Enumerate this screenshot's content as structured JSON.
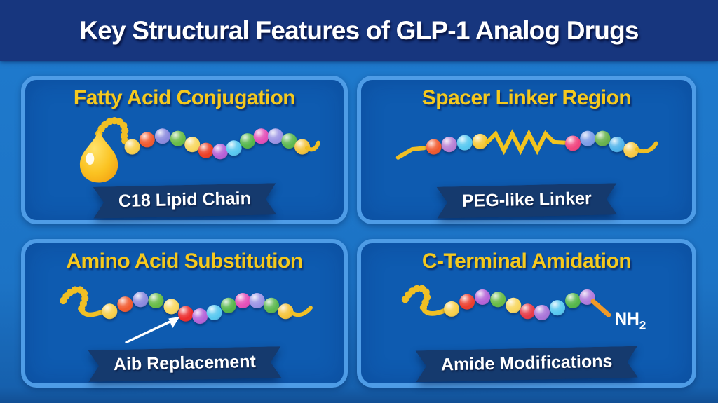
{
  "header": {
    "title": "Key Structural Features of GLP-1 Analog Drugs"
  },
  "colors": {
    "page_bg": "#1c73c5",
    "header_bg": "#17367e",
    "panel_bg": "#0e5bb0",
    "panel_border": "#4e9ce6",
    "title_yellow": "#f5c91d",
    "ribbon_bg": "#153a6e",
    "ribbon_text": "#ffffff",
    "chain_yellow": "#f0bf24",
    "droplet_gold": "#f9b516",
    "nh2_stick_orange": "#f09a28",
    "arrow_white": "#ffffff"
  },
  "panels": [
    {
      "id": "fatty-acid-conjugation",
      "title": "Fatty Acid Conjugation",
      "ribbon": "C18 Lipid Chain",
      "graphic": "lipid-droplet-bead-chain",
      "bead_colors": [
        "#f8cf4a",
        "#f1592d",
        "#8b8ade",
        "#67bb45",
        "#f8d75f",
        "#ec3d23",
        "#b55fd6",
        "#57c8f0",
        "#54b649",
        "#e34fb8",
        "#9a93e4",
        "#5cb84e",
        "#f4c33b"
      ]
    },
    {
      "id": "spacer-linker-region",
      "title": "Spacer Linker Region",
      "ribbon": "PEG-like Linker",
      "graphic": "zigzag-linker-bead-chain",
      "bead_colors_left": [
        "#f1592d",
        "#b87fd4",
        "#57c8f0",
        "#f8c835"
      ],
      "bead_colors_right": [
        "#f0447e",
        "#7b9ce8",
        "#67b24c",
        "#4fb3ea",
        "#f8c945"
      ]
    },
    {
      "id": "amino-acid-substitution",
      "title": "Amino Acid Substitution",
      "ribbon": "Aib Replacement",
      "graphic": "arrow-substitution-bead-chain",
      "bead_colors": [
        "#f8cf4a",
        "#f1592d",
        "#8b8ade",
        "#67bb45",
        "#f8d75f",
        "#ec2c2c",
        "#b563d8",
        "#57c8f0",
        "#54b649",
        "#e34fb8",
        "#9a93e4",
        "#5cb84e",
        "#f4c33b"
      ]
    },
    {
      "id": "c-terminal-amidation",
      "title": "C-Terminal Amidation",
      "ribbon": "Amide Modifications",
      "graphic": "nh2-terminus-bead-chain",
      "bead_colors": [
        "#f8cf4a",
        "#ec3d2c",
        "#b563d8",
        "#67bb45",
        "#f8d75f",
        "#e63946",
        "#a974d8",
        "#57c8f0",
        "#54b649",
        "#b07bdc"
      ],
      "nh_base": "NH",
      "nh_sub": "2"
    }
  ]
}
